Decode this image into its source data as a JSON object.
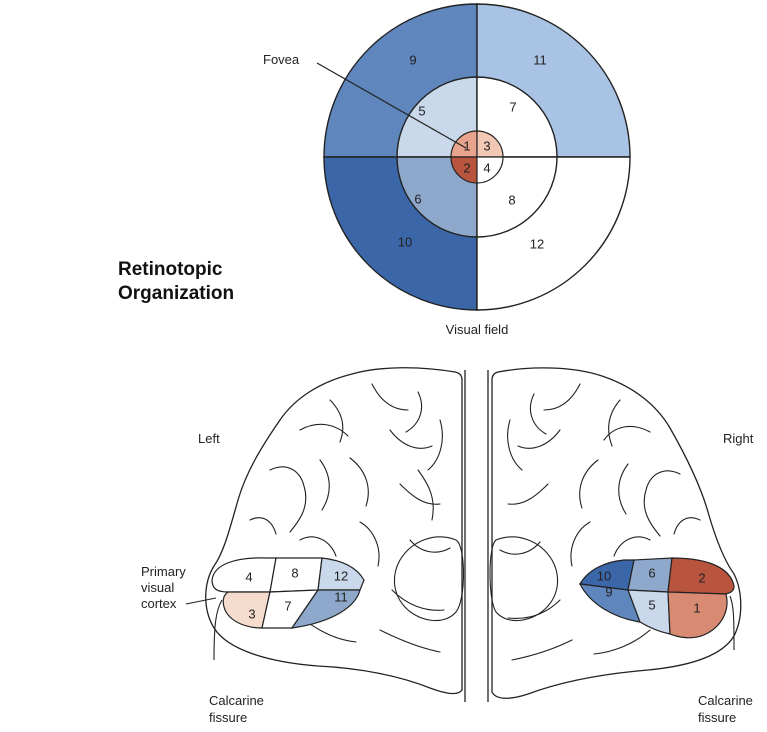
{
  "title_line1": "Retinotopic",
  "title_line2": "Organization",
  "visual_field": {
    "caption": "Visual field",
    "fovea_label": "Fovea",
    "sectors": {
      "s1": "1",
      "s2": "2",
      "s3": "3",
      "s4": "4",
      "s5": "5",
      "s6": "6",
      "s7": "7",
      "s8": "8",
      "s9": "9",
      "s10": "10",
      "s11": "11",
      "s12": "12"
    },
    "colors": {
      "s1": "#e8a48c",
      "s2": "#b9553f",
      "s3": "#f2c7b4",
      "s4": "#ffffff",
      "s5": "#c9d8ea",
      "s6": "#8ea8cb",
      "s7": "#ffffff",
      "s8": "#ffffff",
      "s9": "#5f86bd",
      "s10": "#3b66a8",
      "s11": "#a8c3e4",
      "s12": "#ffffff"
    }
  },
  "brain": {
    "left_label": "Left",
    "right_label": "Right",
    "primary_cortex_line1": "Primary",
    "primary_cortex_line2": "visual",
    "primary_cortex_line3": "cortex",
    "calcarine_left_line1": "Calcarine",
    "calcarine_left_line2": "fissure",
    "calcarine_right_line1": "Calcarine",
    "calcarine_right_line2": "fissure",
    "left_regions": {
      "r4": "4",
      "r8": "8",
      "r12": "12",
      "r3": "3",
      "r7": "7",
      "r11": "11"
    },
    "right_regions": {
      "r10": "10",
      "r6": "6",
      "r2": "2",
      "r9": "9",
      "r5": "5",
      "r1": "1"
    }
  }
}
